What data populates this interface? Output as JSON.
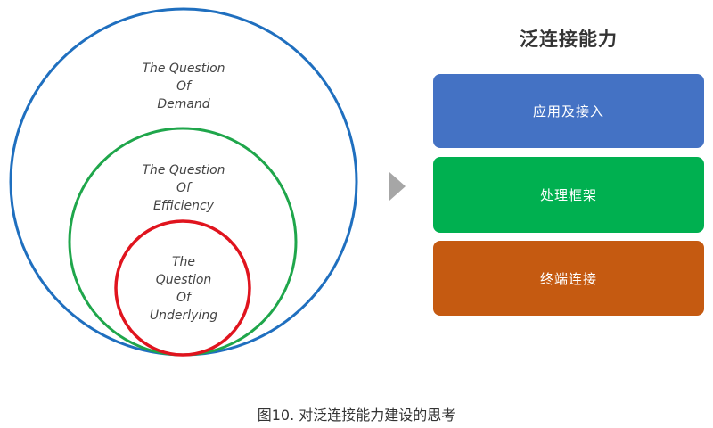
{
  "diagram": {
    "circles": [
      {
        "id": "demand",
        "lines": [
          "The Question",
          "Of",
          "Demand"
        ],
        "color": "#1f6fbf"
      },
      {
        "id": "efficiency",
        "lines": [
          "The Question",
          "Of",
          "Efficiency"
        ],
        "color": "#1fa64b"
      },
      {
        "id": "underlying",
        "lines": [
          "The",
          "Question",
          "Of",
          "Underlying"
        ],
        "color": "#e0141e"
      }
    ],
    "arrow": {
      "icon": "triangle-right-icon",
      "color": "#a6a6a6"
    },
    "panel": {
      "title": "泛连接能力",
      "layers": [
        {
          "label": "应用及接入",
          "color": "#4472c4"
        },
        {
          "label": "处理框架",
          "color": "#00b050"
        },
        {
          "label": "终端连接",
          "color": "#c55a11"
        }
      ]
    }
  },
  "caption": "图10. 对泛连接能力建设的思考"
}
